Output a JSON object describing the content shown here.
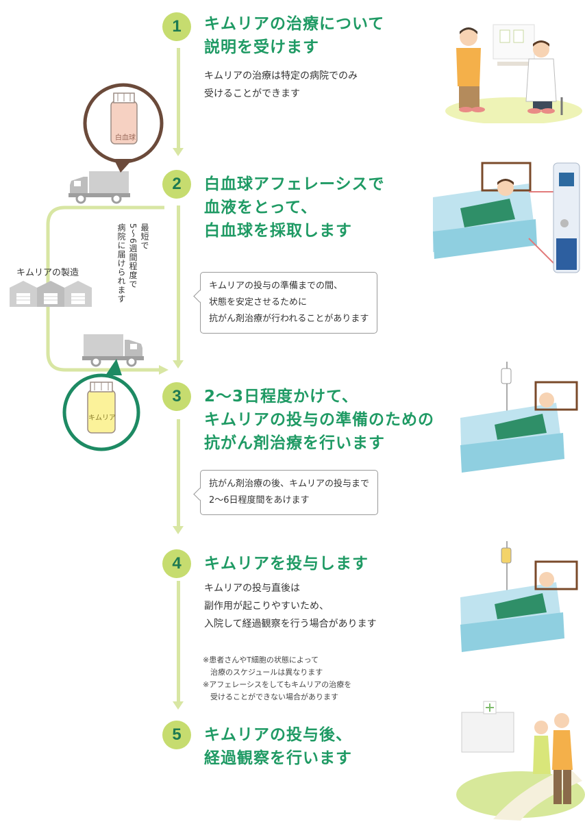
{
  "steps": [
    {
      "number": "1",
      "heading": [
        "キムリアの治療について",
        "説明を受けます"
      ],
      "description": [
        "キムリアの治療は特定の病院でのみ",
        "受けることができます"
      ]
    },
    {
      "number": "2",
      "heading": [
        "白血球アフェレーシスで",
        "血液をとって、",
        "白血球を採取します"
      ],
      "note": [
        "キムリアの投与の準備までの間、",
        "状態を安定させるために",
        "抗がん剤治療が行われることがあります"
      ]
    },
    {
      "number": "3",
      "heading": [
        "2〜3日程度かけて、",
        "キムリアの投与の準備のための",
        "抗がん剤治療を行います"
      ],
      "note": [
        "抗がん剤治療の後、キムリアの投与まで",
        "2〜6日程度間をあけます"
      ]
    },
    {
      "number": "4",
      "heading": [
        "キムリアを投与します"
      ],
      "description": [
        "キムリアの投与直後は",
        "副作用が起こりやすいため、",
        "入院して経過観察を行う場合があります"
      ],
      "footnotes": [
        "※患者さんやT細胞の状態によって",
        "　治療のスケジュールは異なります",
        "※アフェレーシスをしてもキムリアの治療を",
        "　受けることができない場合があります"
      ]
    },
    {
      "number": "5",
      "heading": [
        "キムリアの投与後、",
        "経過観察を行います"
      ]
    }
  ],
  "manufacturing": {
    "label": "キムリアの製造",
    "delivery_line1": "最短で",
    "delivery_line2": "5〜6週間程度で",
    "delivery_line3": "病院に届けられます",
    "bag_white_label": "白血球",
    "bag_product_label": "キムリア"
  },
  "colors": {
    "accent_green": "#1f9a64",
    "circle_green": "#c6dc6f",
    "arrow_green": "#d8e6a3",
    "dark_ring": "#6b4a3a",
    "product_ring": "#1d8a63"
  }
}
